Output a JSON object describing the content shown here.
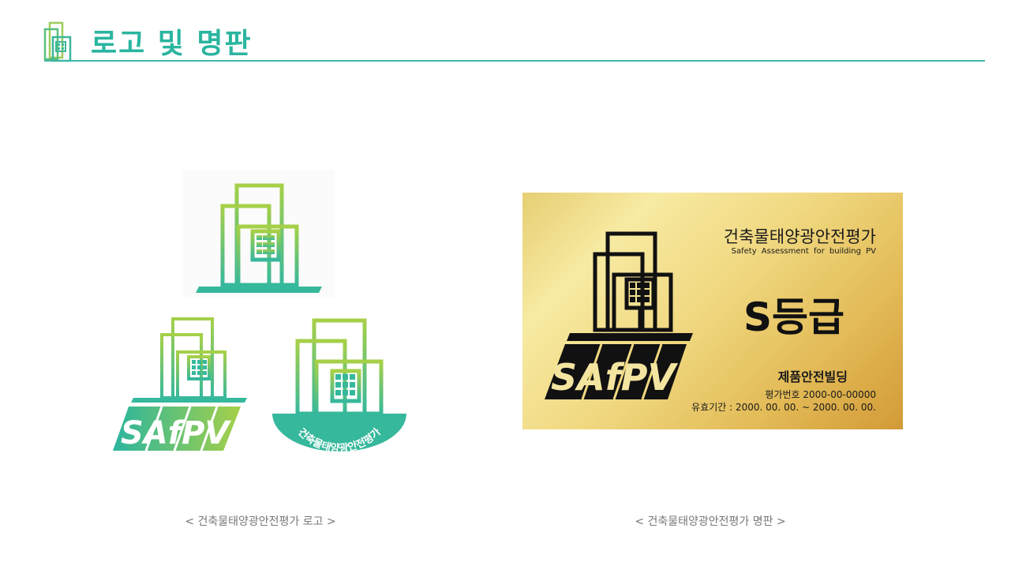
{
  "page": {
    "title": "로고 및 명판",
    "accent_color": "#2bb59f"
  },
  "logos": {
    "circle_text": "건축물태양광안전평가",
    "wordmark": "SAfPV",
    "caption": "< 건축물태양광안전평가 로고 >"
  },
  "nameplate": {
    "title": "건축물태양광안전평가",
    "subtitle": "Safety Assessment for building PV",
    "wordmark": "SAfPV",
    "grade": "S등급",
    "product": "제품안전빌딩",
    "eval_number": "평가번호 2000-00-00000",
    "valid_period": "유효기간 : 2000. 00. 00. ~ 2000. 00. 00.",
    "caption": "< 건축물태양광안전평가 명판 >",
    "colors": {
      "gold_light": "#f7eaa2",
      "gold_dark": "#d29a37"
    }
  }
}
